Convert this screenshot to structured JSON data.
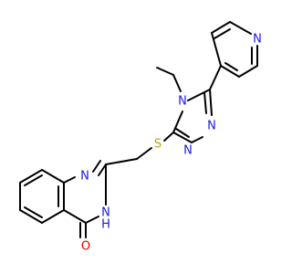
{
  "atoms": [
    {
      "id": "N_pyridine",
      "symbol": "N",
      "color": "#1a1ae6"
    },
    {
      "id": "N4_triazole",
      "symbol": "N",
      "color": "#1a1ae6"
    },
    {
      "id": "N1_triazole",
      "symbol": "N",
      "color": "#1a1ae6"
    },
    {
      "id": "N2_triazole",
      "symbol": "N",
      "color": "#1a1ae6"
    },
    {
      "id": "S_thioether",
      "symbol": "S",
      "color": "#b8a800"
    },
    {
      "id": "N1_quinazoline",
      "symbol": "N",
      "color": "#1a1ae6"
    },
    {
      "id": "N3_quinazoline",
      "symbol": "N",
      "color": "#1a1ae6"
    },
    {
      "id": "H_N3",
      "symbol": "H",
      "color": "#1a1ae6"
    },
    {
      "id": "O_carbonyl",
      "symbol": "O",
      "color": "#e60000"
    }
  ],
  "bond_color": "#000000"
}
